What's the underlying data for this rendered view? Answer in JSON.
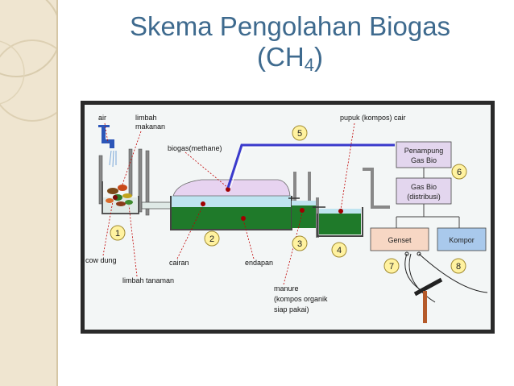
{
  "slide": {
    "title_main": "Skema Pengolahan Biogas",
    "title_formula_prefix": "(CH",
    "title_formula_sub": "4",
    "title_formula_suffix": ")"
  },
  "diagram": {
    "labels": {
      "air": "air",
      "limbah_makanan_1": "limbah",
      "limbah_makanan_2": "makanan",
      "biogas": "biogas(methane)",
      "pupuk": "pupuk (kompos) cair",
      "cow_dung": "cow dung",
      "cairan": "cairan",
      "endapan": "endapan",
      "limbah_tanaman": "limbah tanaman",
      "manure_1": "manure",
      "manure_2": "(kompos organik",
      "manure_3": "siap pakai)"
    },
    "boxes": {
      "penampung_1": "Penampung",
      "penampung_2": "Gas Bio",
      "gasbio_1": "Gas Bio",
      "gasbio_2": "(distribusi)",
      "genset": "Genset",
      "kompor": "Kompor"
    },
    "numbers": [
      "1",
      "2",
      "3",
      "4",
      "5",
      "6",
      "7",
      "8"
    ],
    "colors": {
      "title": "#3e6a8e",
      "background": "#f3f6f6",
      "gas": "#e7d3f0",
      "liquid": "#1f7a2a",
      "water": "#bfe4f0",
      "pipe": "#3a3acc",
      "box_peach": "#f7d7c4",
      "box_blue": "#a9c9ec",
      "number_circle": "#fff2a0"
    }
  }
}
